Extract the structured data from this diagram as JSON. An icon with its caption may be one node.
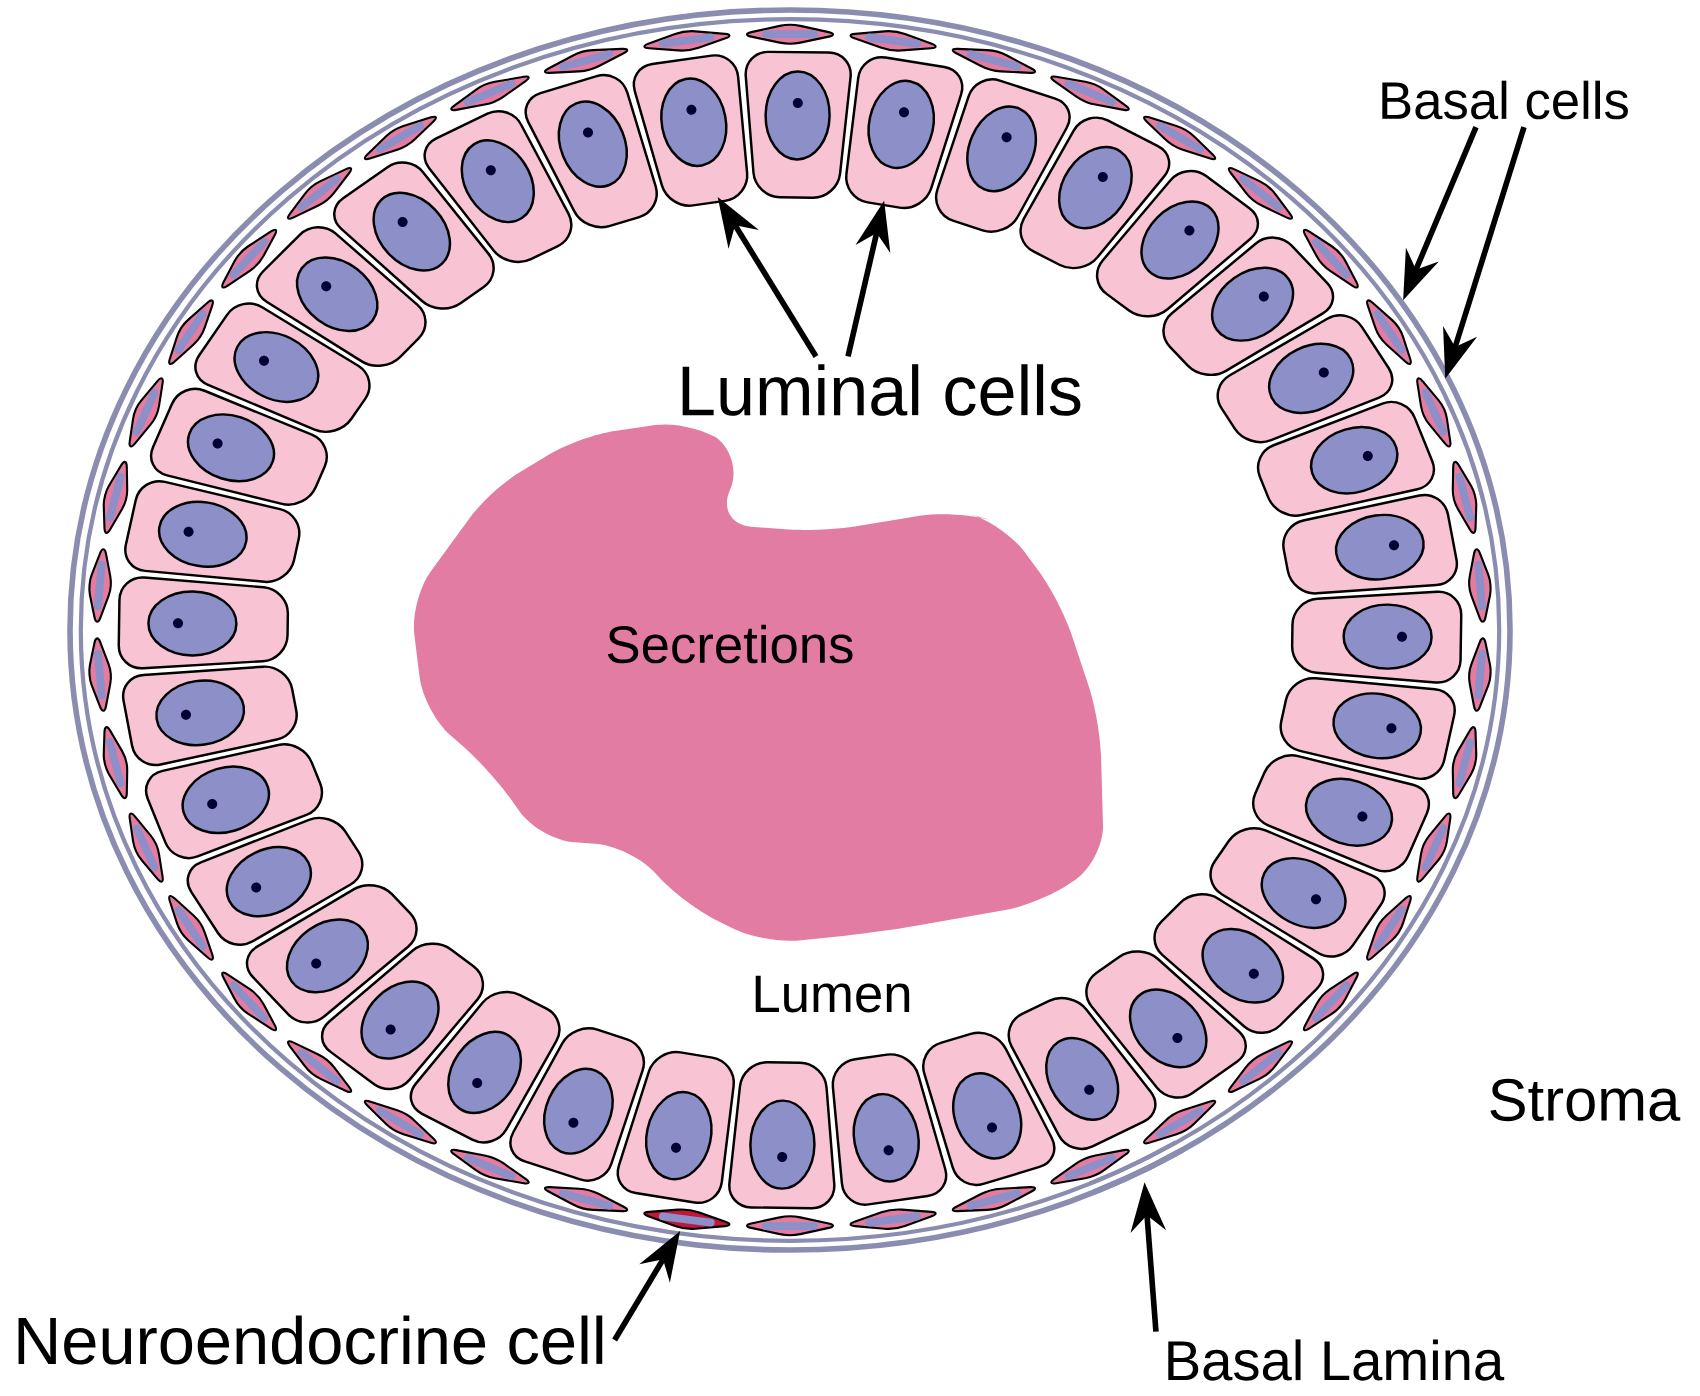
{
  "diagram": {
    "nodes": [
      {
        "text": [
          "Basal cells"
        ]
      },
      {
        "text": [
          "Luminal cells"
        ]
      },
      {
        "text": [
          "Secretions"
        ]
      },
      {
        "text": [
          "Neuroendocrine cell"
        ]
      },
      {
        "text": [
          "Basal Lamina"
        ]
      },
      {
        "text": [],
        "shape": "picture"
      },
      {
        "text": [],
        "shape": "picture"
      },
      {
        "text": [],
        "shape": "picture"
      },
      {
        "text": [],
        "shape": "picture"
      },
      {
        "text": [],
        "shape": "picture"
      },
      {
        "text": [],
        "shape": "picture"
      }
    ],
    "edges": [
      {
        "from": 0,
        "to": 5,
        "arrow": "to"
      },
      {
        "from": 0,
        "to": 6,
        "arrow": "to"
      },
      {
        "from": 1,
        "to": 7,
        "arrow": "to"
      },
      {
        "from": 1,
        "to": 8,
        "arrow": "to"
      },
      {
        "from": 3,
        "to": 9,
        "arrow": "to"
      },
      {
        "from": 4,
        "to": 10,
        "arrow": "to"
      }
    ],
    "labels": [
      "Lumen",
      "Stroma"
    ]
  }
}
